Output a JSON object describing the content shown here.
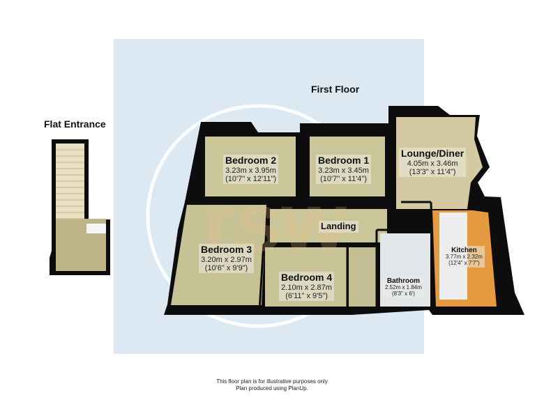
{
  "plan": {
    "sections": [
      {
        "title": "Flat Entrance"
      },
      {
        "title": "First Floor"
      }
    ],
    "rooms": [
      {
        "name": "Bedroom 2",
        "metric": "3.23m x 3.95m",
        "imperial": "(10'7\" x 12'11\")"
      },
      {
        "name": "Bedroom 1",
        "metric": "3.23m x 3.45m",
        "imperial": "(10'7\" x 11'4\")"
      },
      {
        "name": "Lounge/Diner",
        "metric": "4.05m x 3.46m",
        "imperial": "(13'3\" x 11'4\")"
      },
      {
        "name": "Landing"
      },
      {
        "name": "Bedroom 3",
        "metric": "3.20m x 2.97m",
        "imperial": "(10'6\" x 9'9\")"
      },
      {
        "name": "Bedroom 4",
        "metric": "2.10m x 2.87m",
        "imperial": "(6'11\" x 9'5\")"
      },
      {
        "name": "Bathroom",
        "metric": "2.52m x 1.84m",
        "imperial": "(8'3\" x 6')"
      },
      {
        "name": "Kitchen",
        "metric": "3.77m x 2.32m",
        "imperial": "(12'4\" x 7'7\")"
      }
    ],
    "watermark": "rsw",
    "colors": {
      "background_panel": "#dde9f2",
      "wall": "#0d0d0d",
      "carpet": "#cbc59a",
      "kitchen_worktop": "#e59a3f",
      "tile": "#e6e8ea"
    }
  },
  "footer": {
    "line1": "This floor plan is for illustrative purposes only",
    "line2": "Plan produced using PlanUp."
  }
}
